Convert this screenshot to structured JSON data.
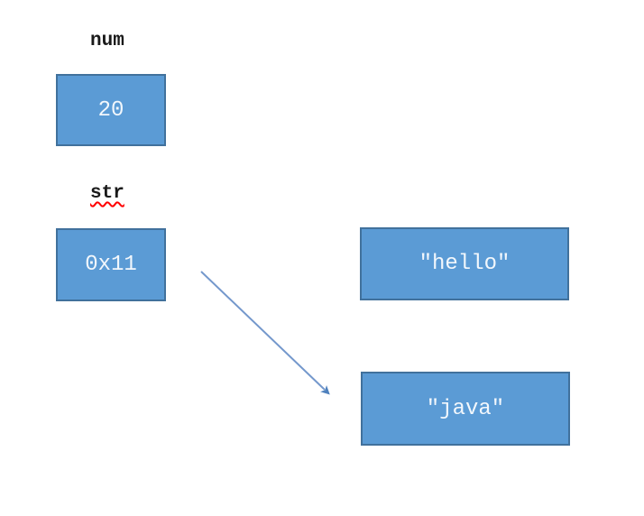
{
  "colors": {
    "background": "#ffffff",
    "box_fill": "#5b9bd5",
    "box_border": "#41719c",
    "box_text": "#f2f7fc",
    "label_text": "#1a1a1a",
    "arrow_shaft": "#7498cc",
    "arrow_head": "#4f81bd",
    "spellcheck_underline": "#ff0000"
  },
  "variables": [
    {
      "name": "num",
      "value": "20",
      "misspelled": false
    },
    {
      "name": "str",
      "value": "0x11",
      "misspelled": true
    }
  ],
  "heap_objects": [
    {
      "text": "″hello″"
    },
    {
      "text": "″java″"
    }
  ],
  "arrow": {
    "from": "str-value-box",
    "to": "java-object-box",
    "direction": "down-right"
  }
}
